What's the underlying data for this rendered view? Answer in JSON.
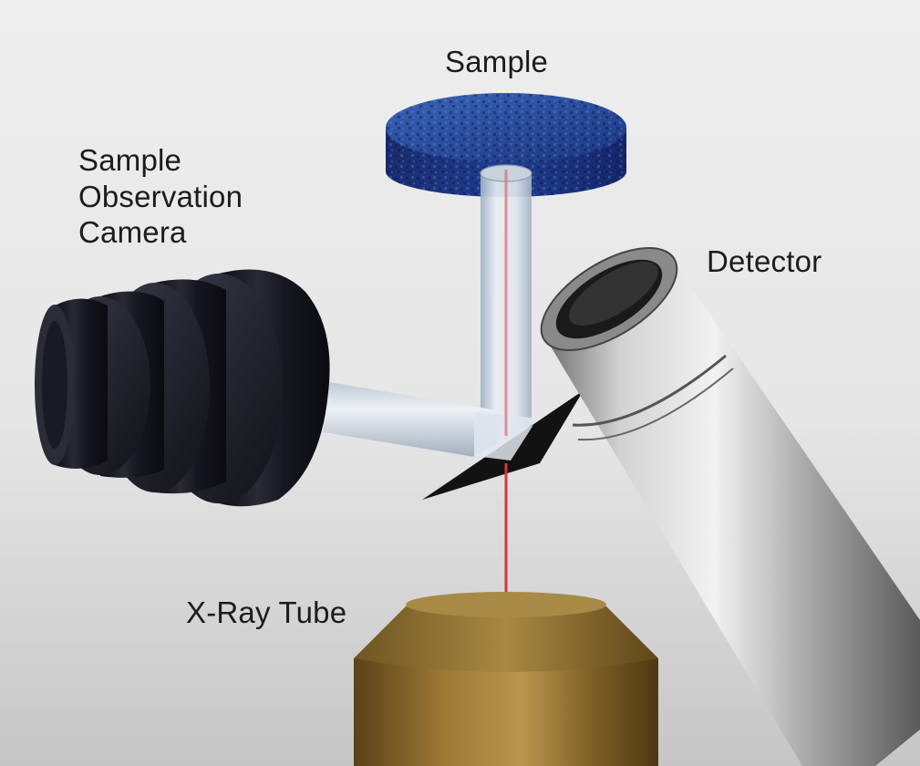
{
  "labels": {
    "sample": "Sample",
    "camera_line1": "Sample",
    "camera_line2": "Observation",
    "camera_line3": "Camera",
    "detector": "Detector",
    "xray_tube": "X-Ray Tube"
  },
  "icons": {
    "sample": "sample-disc-icon",
    "camera": "observation-camera-icon",
    "detector": "detector-cylinder-icon",
    "tube": "xray-tube-icon",
    "mirror": "mirror-icon",
    "beam": "xray-beam-icon"
  },
  "colors": {
    "background_top": "#ececec",
    "background_bottom": "#c9c9c9",
    "sample_blue": "#1f3f8f",
    "beam_red": "#d9333a",
    "tube_gold": "#8a6a2a",
    "detector_silver": "#b5b5b5",
    "camera_black": "#15151c",
    "text": "#1c1c1c"
  }
}
